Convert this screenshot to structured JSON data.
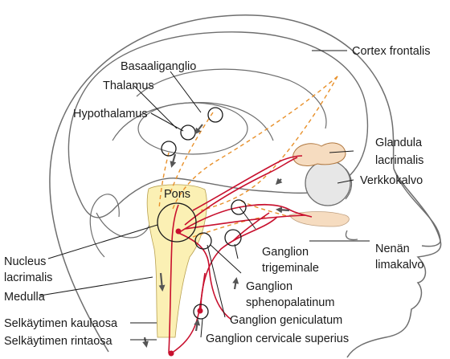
{
  "labels": {
    "cortex_frontalis": "Cortex frontalis",
    "basaaliganglio": "Basaaliganglio",
    "thalamus": "Thalamus",
    "hypothalamus": "Hypothalamus",
    "glandula_1": "Glandula",
    "glandula_2": "lacrimalis",
    "verkkokalvo": "Verkkokalvo",
    "pons": "Pons",
    "nucleus_1": "Nucleus",
    "nucleus_2": "lacrimalis",
    "medulla": "Medulla",
    "nenan_1": "Nenän",
    "nenan_2": "limakalvo",
    "ganglion_trigeminale_1": "Ganglion",
    "ganglion_trigeminale_2": "trigeminale",
    "ganglion_spheno_1": "Ganglion",
    "ganglion_spheno_2": "sphenopalatinum",
    "ganglion_geniculatum": "Ganglion geniculatum",
    "ganglion_cervicale": "Ganglion cervicale superius",
    "selkaytimen_kaulaosa": "Selkäytimen kaulaosa",
    "selkaytimen_rintaosa": "Selkäytimen rintaosa"
  },
  "colors": {
    "outline": "#6e6e6e",
    "nerve_red": "#c8102e",
    "dashed_orange": "#e8902a",
    "brainstem_yellow": "#fbf0b4",
    "skin_tone": "#f6dcc0",
    "gray_arrow": "#555555"
  }
}
